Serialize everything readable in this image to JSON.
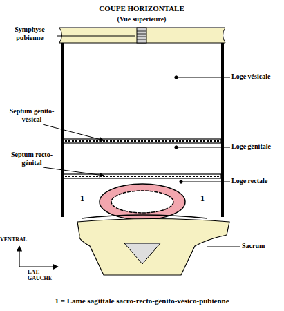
{
  "diagram": {
    "title": "COUPE HORIZONTALE",
    "caption": "1 = Lame sagittale sacro-recto-génito-vésico-pubienne",
    "labels": [
      "(Vue supérieure)",
      "Symphyse pubienne",
      "Loge vésicale",
      "Septum génito-vésical",
      "Loge génitale",
      "Septum recto-génital",
      "Loge rectale",
      "1",
      "1",
      "VENTRAL",
      "LAT. GAUCHE",
      "Sacrum"
    ]
  }
}
